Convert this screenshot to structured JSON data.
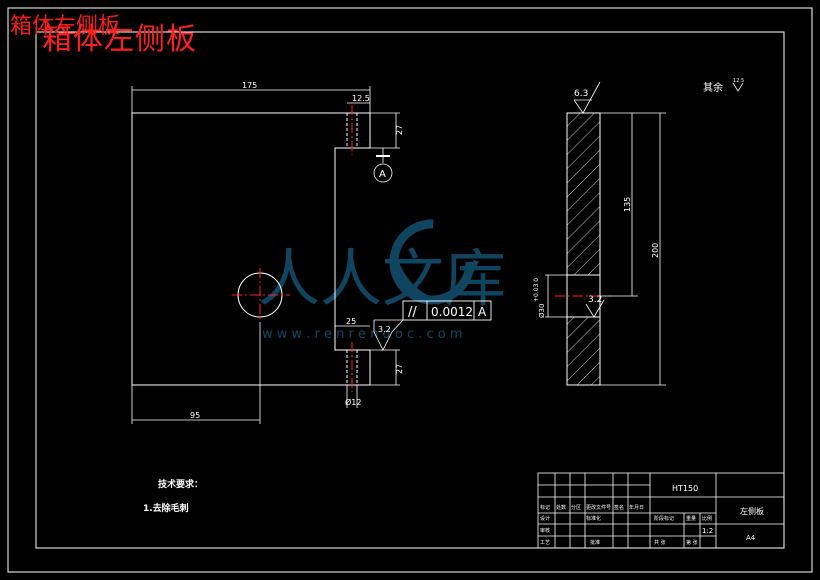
{
  "title": {
    "main": "箱体左侧板",
    "overlay": "箱体左侧板"
  },
  "dimensions": {
    "width_175": "175",
    "slot_12_5": "12.5",
    "slot_height_top": "27",
    "bottom_95": "95",
    "slot_25": "25",
    "slot_height_bottom": "27",
    "slot_12_bottom": "Ø12",
    "side_135": "135",
    "side_200": "200",
    "hole_dia": "Ø30",
    "hole_tol": "+0.03 0",
    "rough_6_3": "6.3",
    "rough_3_2_side": "3.2",
    "rough_3_2_front": "3.2",
    "datum_a": "A"
  },
  "tolerance_frame": {
    "symbol": "//",
    "value": "0.0012",
    "datum": "A"
  },
  "rest_note": {
    "label": "其余",
    "value": "12.5"
  },
  "tech_requirements": {
    "heading": "技术要求：",
    "item1": "1.去除毛刺"
  },
  "watermark": {
    "text": "人人文库",
    "url": "w w w . r e n r e n d o c . c o m"
  },
  "title_block": {
    "material": "HT150",
    "part_name": "左侧板",
    "scale": "1:2",
    "sheet": "A4",
    "cells": [
      "标记",
      "处数",
      "分区",
      "更改文件号",
      "签名",
      "年月日",
      "设计",
      "标准化",
      "阶段标记",
      "重量",
      "比例",
      "审核",
      "工艺",
      "批准",
      "共 张",
      "第 张"
    ]
  },
  "colors": {
    "line": "#ffffff",
    "center": "#ff2020",
    "accent": "#00bfff",
    "watermark": "#1e7fb0"
  }
}
